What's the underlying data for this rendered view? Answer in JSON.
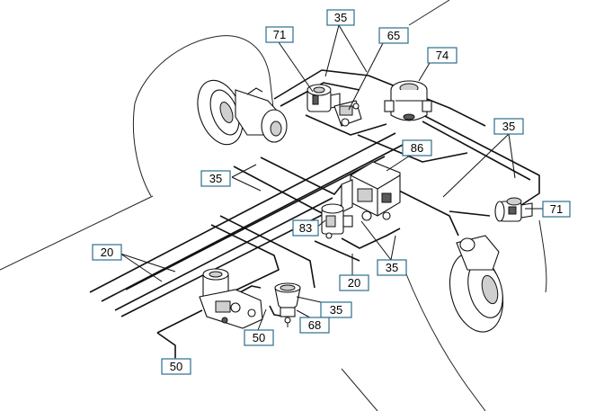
{
  "callouts": [
    {
      "id": "c35_top",
      "label": "35"
    },
    {
      "id": "c71_top",
      "label": "71"
    },
    {
      "id": "c65",
      "label": "65"
    },
    {
      "id": "c74",
      "label": "74"
    },
    {
      "id": "c35_right",
      "label": "35"
    },
    {
      "id": "c86",
      "label": "86"
    },
    {
      "id": "c71_right",
      "label": "71"
    },
    {
      "id": "c35_left",
      "label": "35"
    },
    {
      "id": "c83",
      "label": "83"
    },
    {
      "id": "c35_mid",
      "label": "35"
    },
    {
      "id": "c20_left",
      "label": "20"
    },
    {
      "id": "c20_mid",
      "label": "20"
    },
    {
      "id": "c35_low",
      "label": "35"
    },
    {
      "id": "c68",
      "label": "68"
    },
    {
      "id": "c50_mid",
      "label": "50"
    },
    {
      "id": "c50_left",
      "label": "50"
    }
  ]
}
